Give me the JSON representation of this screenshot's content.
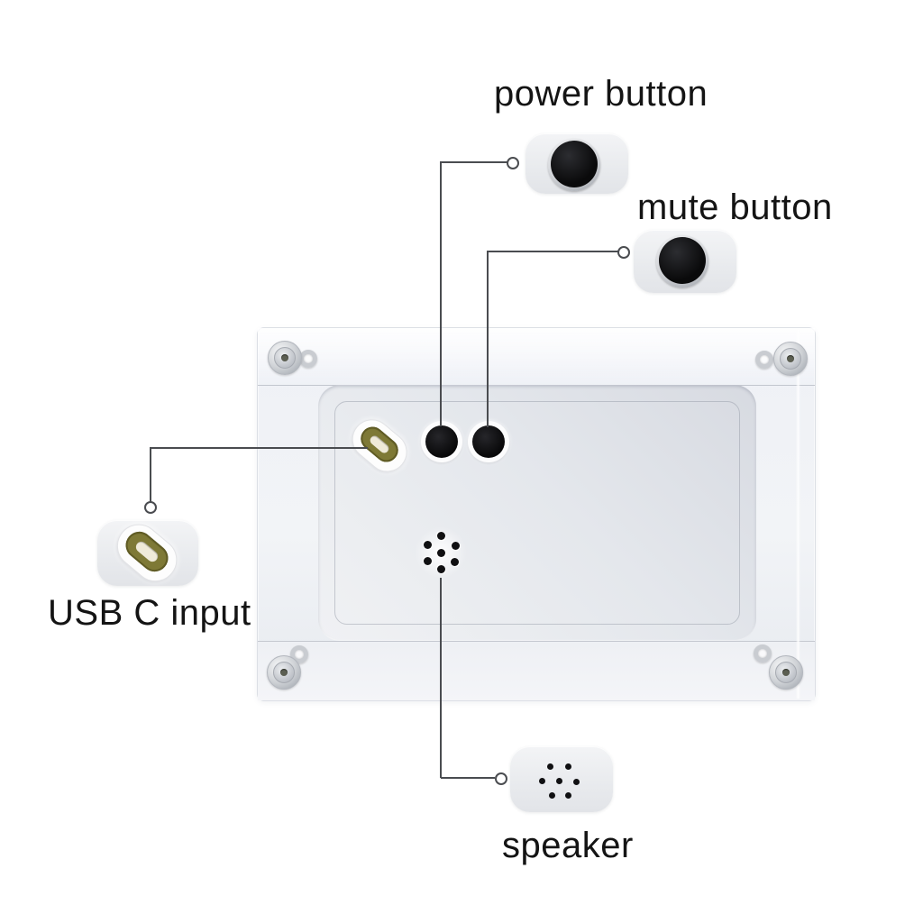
{
  "annotations": {
    "power": {
      "label": "power button"
    },
    "mute": {
      "label": "mute button"
    },
    "usb": {
      "label": "USB C input"
    },
    "speaker": {
      "label": "speaker"
    }
  },
  "colors": {
    "background": "#ffffff",
    "connector_line": "#4a4c50",
    "label_text": "#141414",
    "callout_card_bg": "#eceef1",
    "acrylic_frame": "#f0f2f6",
    "back_plate": "#e3e6eb",
    "button_black": "#0a0a0b",
    "usb_port_ring": "#7e7936",
    "screw_chrome": "#c9ccd1"
  }
}
